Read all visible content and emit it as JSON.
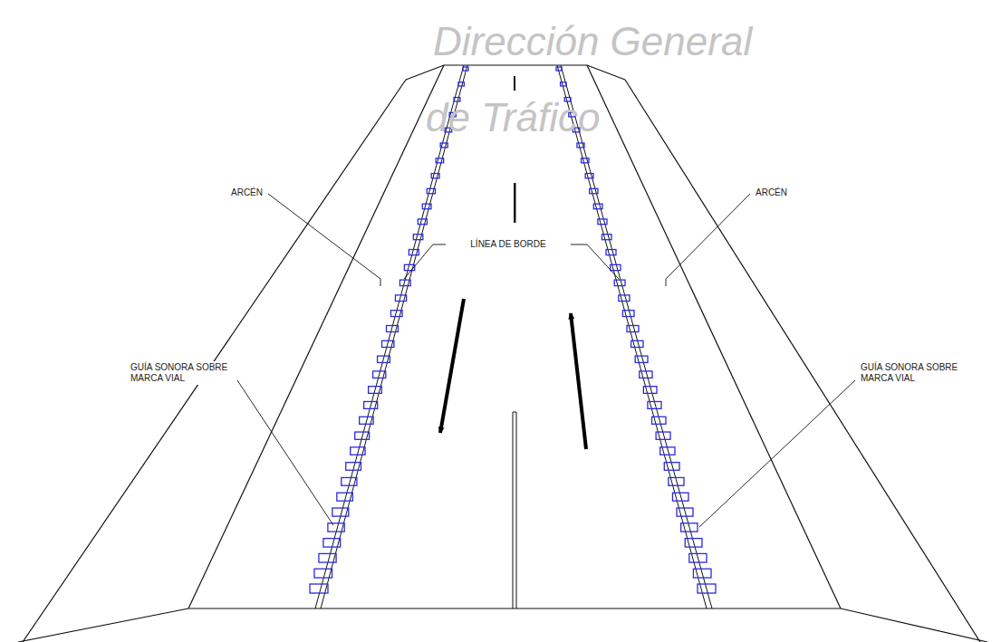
{
  "diagram": {
    "labels": [
      "Dirección General",
      "de Tráfico",
      "ARCÉN",
      "ARCÉN",
      "LÍNEA DE BORDE",
      "GUÍA SONORA SOBRE MARCA VIAL",
      "GUÍA SONORA SOBRE MARCA VIAL"
    ]
  }
}
